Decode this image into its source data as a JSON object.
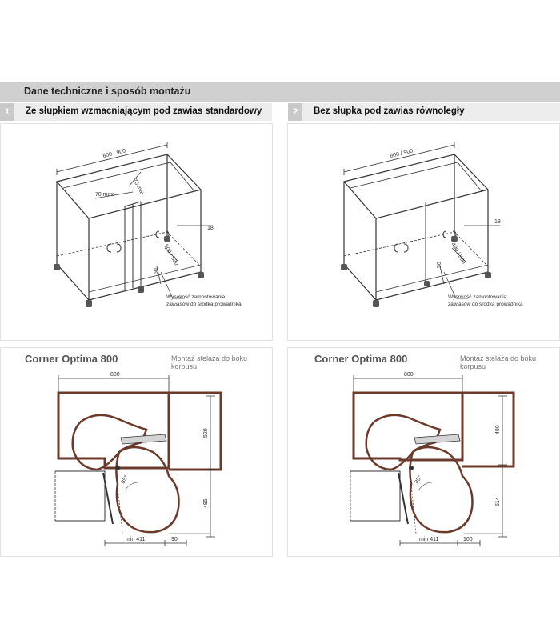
{
  "header": {
    "title": "Dane techniczne i sposób montażu"
  },
  "sections": [
    {
      "number": "1",
      "title": "Ze słupkiem wzmacniającym pod zawias standardowy"
    },
    {
      "number": "2",
      "title": "Bez słupka pod zawias równoległy"
    }
  ],
  "cabinet_left": {
    "width_label": "800 / 900",
    "slope_label": "70 max",
    "max_label": "70 max",
    "side_label": "18",
    "depth_label": "500 / 530",
    "height_label": "50",
    "note_line1": "Wysokość zamontowania",
    "note_line2": "zawiasów do środka prowadnika"
  },
  "cabinet_right": {
    "width_label": "800 / 900",
    "side_label": "18",
    "depth_label": "490 / 500",
    "height_label": "50",
    "note_line1": "Wysokość zamontowania",
    "note_line2": "zawiasów do środka prowadnika"
  },
  "plan_left": {
    "title": "Corner Optima 800",
    "subtitle": "Montaż stelaża do boku korpusu",
    "top_dim": "800",
    "right_upper_dim": "520",
    "right_lower_dim": "495",
    "angle_label": "85°",
    "bottom_min": "min 411",
    "bottom_gap": "90"
  },
  "plan_right": {
    "title": "Corner Optima 800",
    "subtitle": "Montaż stelaża do boku korpusu",
    "top_dim": "800",
    "right_upper_dim": "490",
    "right_lower_dim": "514",
    "angle_label": "85°",
    "bottom_min": "min 411",
    "bottom_gap": "100"
  }
}
